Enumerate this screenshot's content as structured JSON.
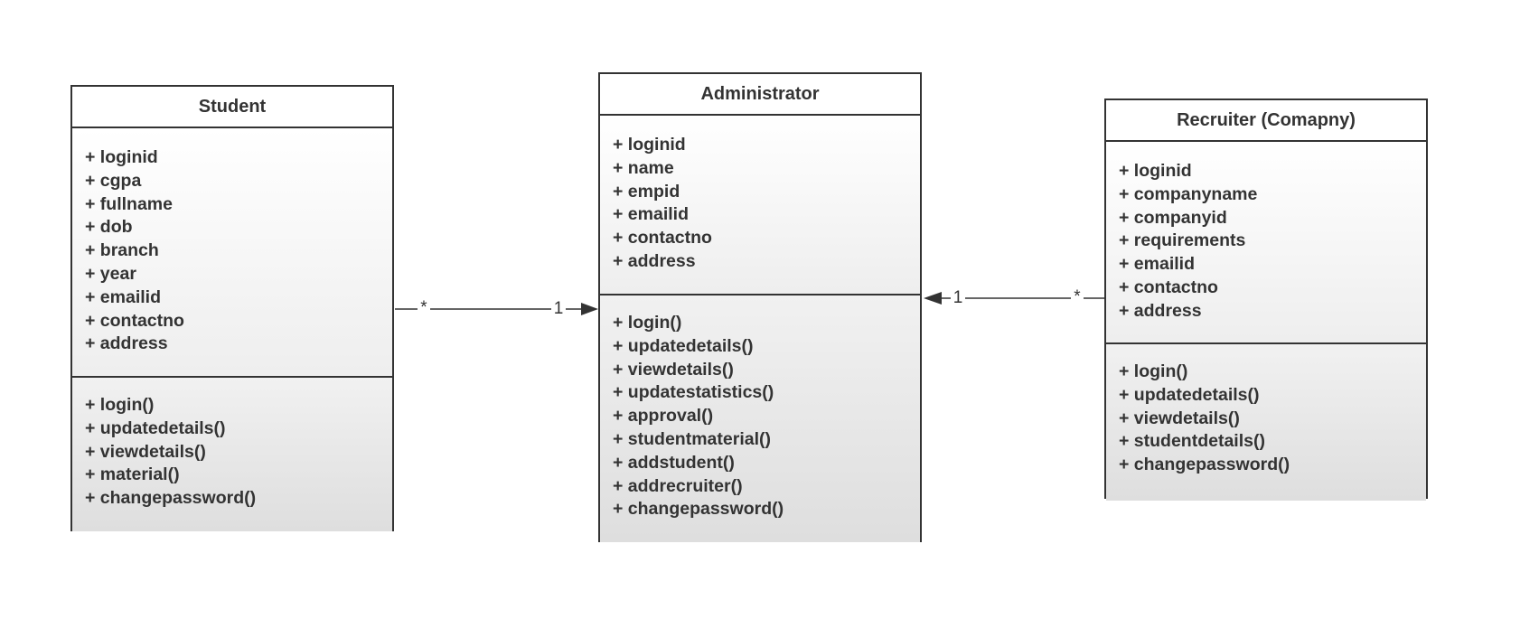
{
  "classes": {
    "student": {
      "name": "Student",
      "attributes": [
        "+ loginid",
        "+ cgpa",
        "+ fullname",
        "+ dob",
        "+ branch",
        "+ year",
        "+ emailid",
        "+ contactno",
        "+ address"
      ],
      "methods": [
        "+ login()",
        "+ updatedetails()",
        "+ viewdetails()",
        "+ material()",
        "+ changepassword()"
      ]
    },
    "administrator": {
      "name": "Administrator",
      "attributes": [
        "+ loginid",
        "+ name",
        "+ empid",
        "+ emailid",
        "+ contactno",
        "+ address"
      ],
      "methods": [
        "+ login()",
        "+ updatedetails()",
        "+ viewdetails()",
        "+ updatestatistics()",
        "+ approval()",
        "+ studentmaterial()",
        "+ addstudent()",
        "+ addrecruiter()",
        "+ changepassword()"
      ]
    },
    "recruiter": {
      "name": "Recruiter (Comapny)",
      "attributes": [
        "+ loginid",
        "+ companyname",
        "+ companyid",
        "+ requirements",
        "+ emailid",
        "+ contactno",
        "+ address"
      ],
      "methods": [
        "+ login()",
        "+ updatedetails()",
        "+ viewdetails()",
        "+ studentdetails()",
        "+ changepassword()"
      ]
    }
  },
  "associations": {
    "student_admin": {
      "source_multiplicity": "*",
      "target_multiplicity": "1"
    },
    "recruiter_admin": {
      "source_multiplicity": "*",
      "target_multiplicity": "1"
    }
  },
  "colors": {
    "line": "#333333",
    "text": "#333333"
  }
}
